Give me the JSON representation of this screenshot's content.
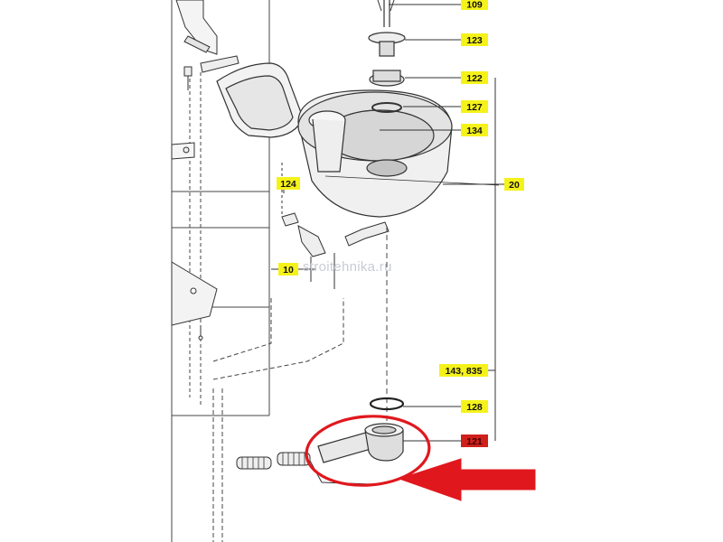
{
  "watermark": "stroitehnika.ru",
  "colors": {
    "highlight": "#f5f21a",
    "highlight_red": "#d0201c",
    "annotation_red": "#e0181e",
    "line": "#333333"
  },
  "callouts": {
    "p109": "109",
    "p123": "123",
    "p122": "122",
    "p127": "127",
    "p134": "134",
    "p20": "20",
    "p124": "124",
    "p10": "10",
    "p143_835": "143, 835",
    "p128": "128",
    "p121": "121"
  },
  "icons": [
    "bowl-part",
    "drain-part",
    "corrugated-hose",
    "red-arrow",
    "red-circle"
  ]
}
